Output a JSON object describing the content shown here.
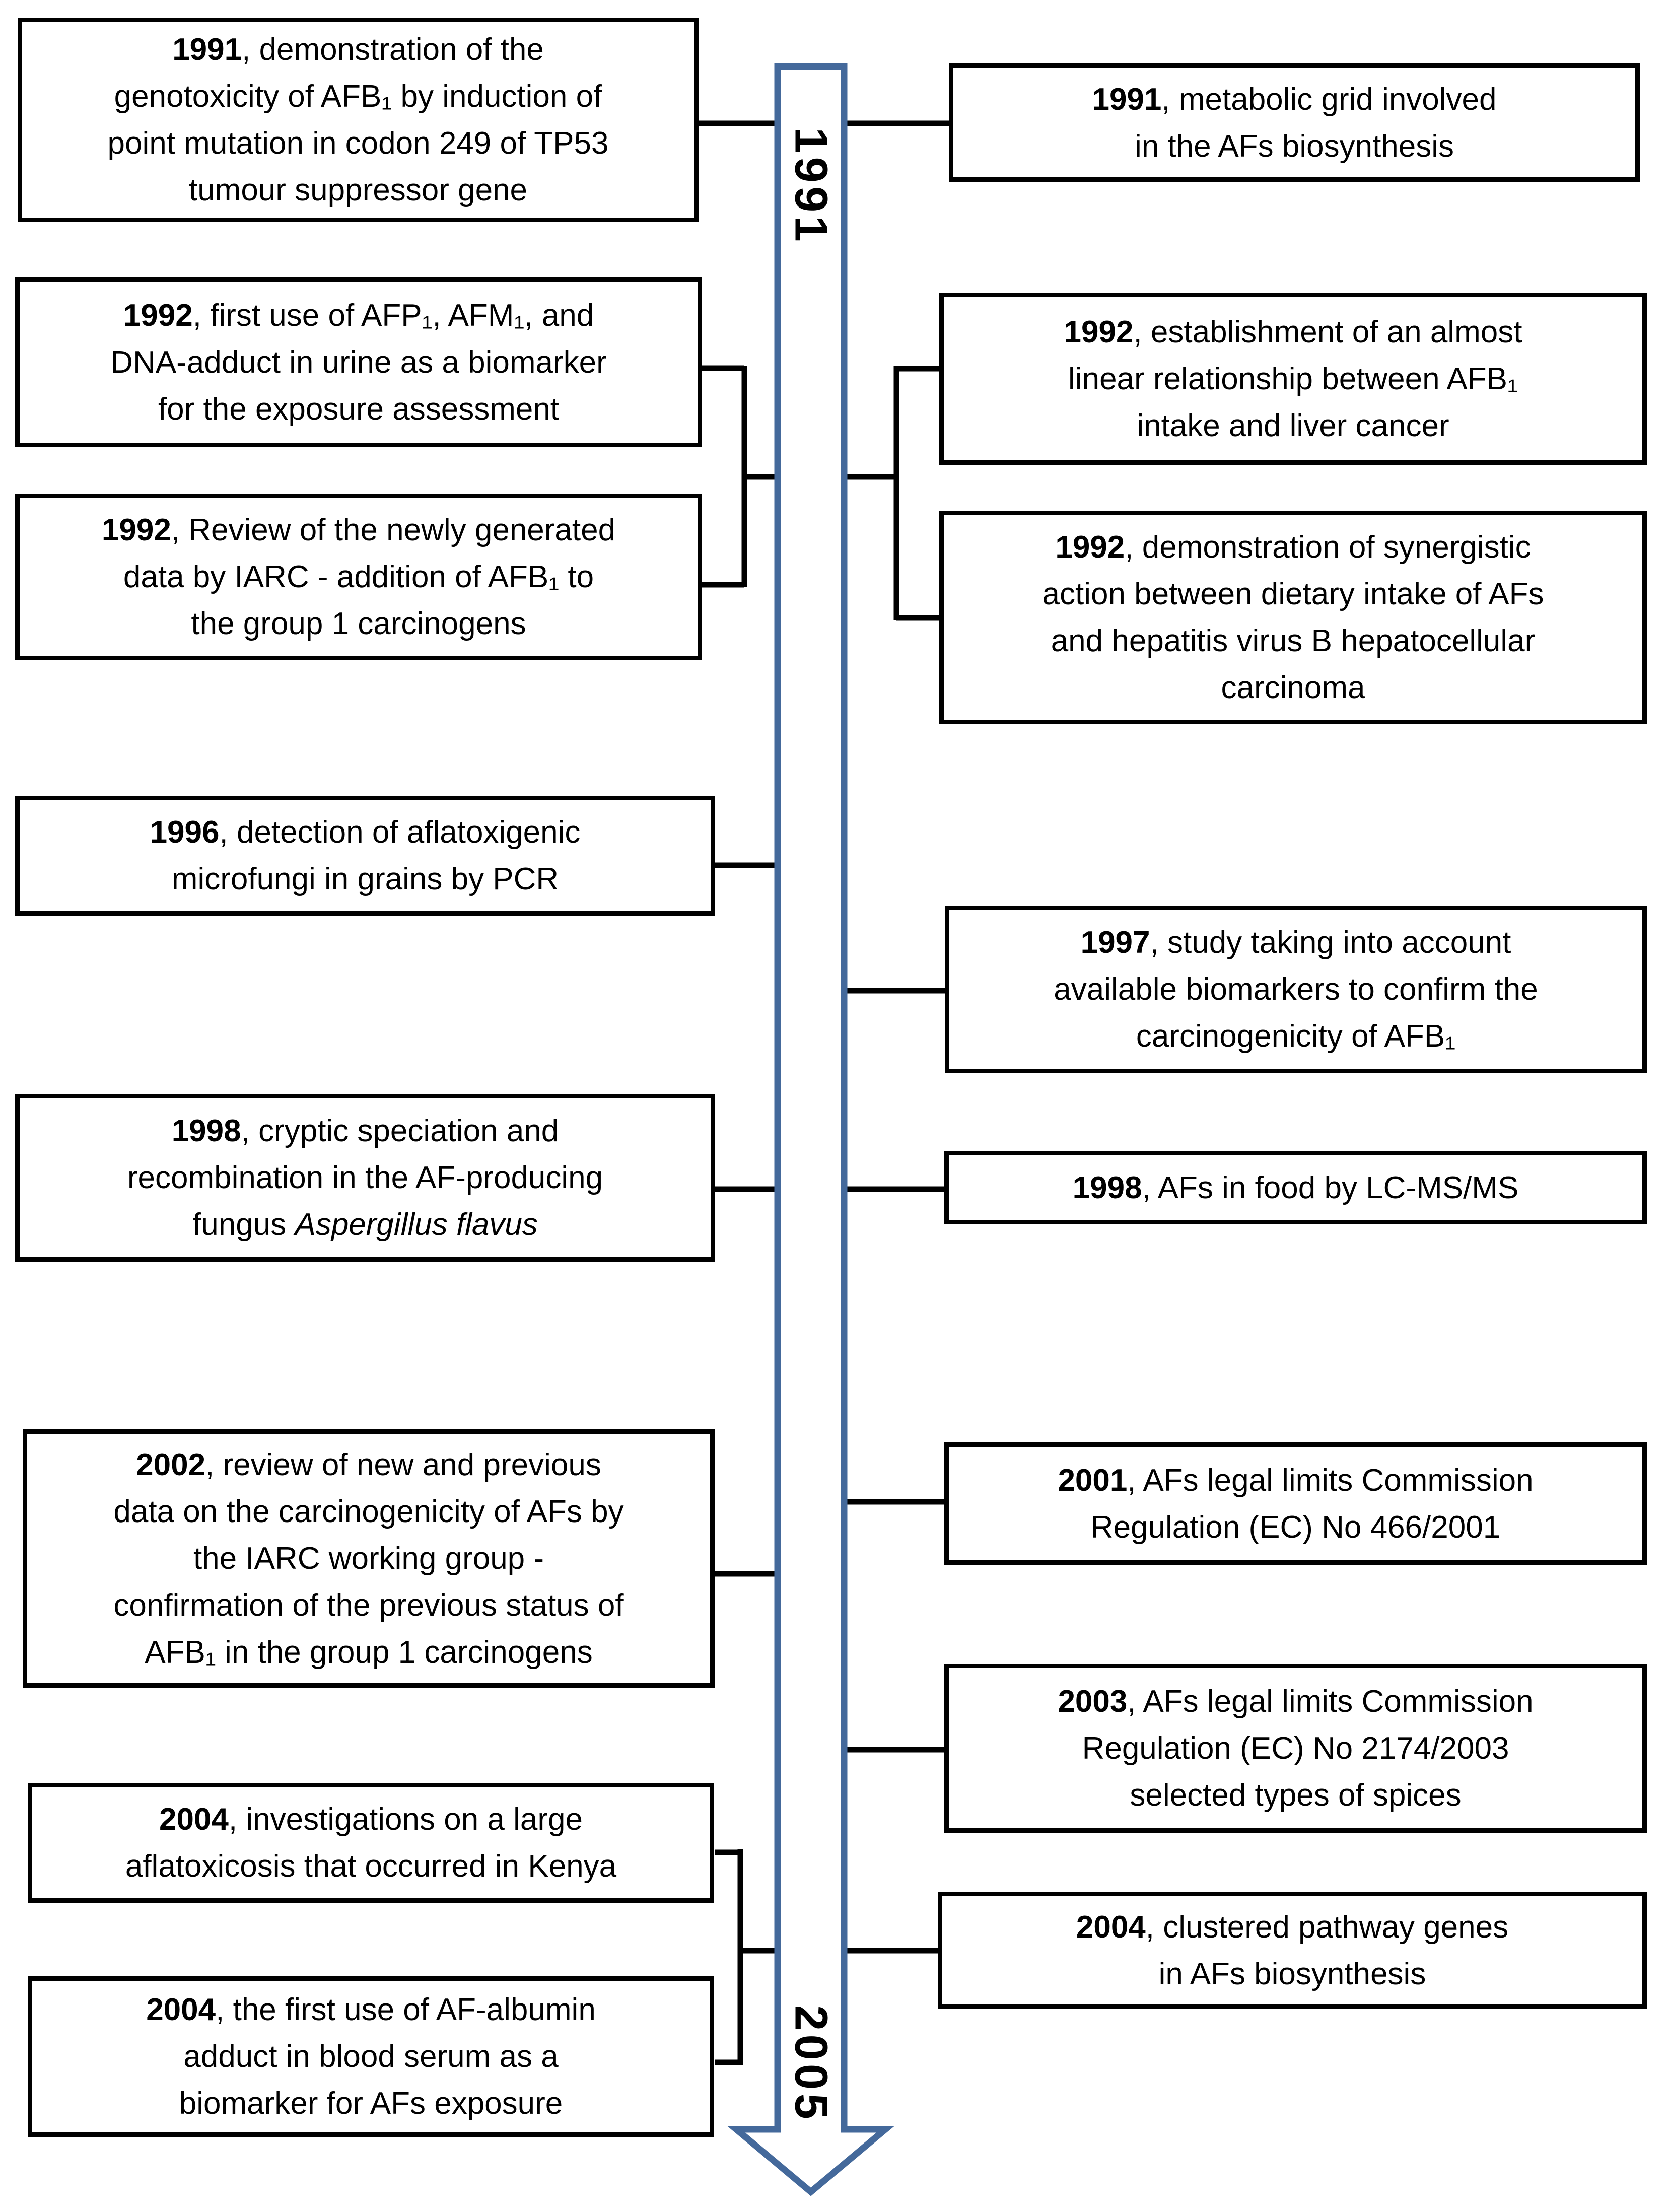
{
  "arrow": {
    "top_label": "1991",
    "bottom_label": "2005",
    "outline_color": "#44699b",
    "fill_color": "#ffffff"
  },
  "colors": {
    "box_border": "#000000",
    "connector_line": "#000000",
    "text": "#000000",
    "background": "#ffffff"
  },
  "left_boxes": [
    {
      "year": "1991",
      "text": ", demonstration of the\ngenotoxicity of AFB₁ by induction of\npoint mutation in codon 249 of TP53\ntumour suppressor gene"
    },
    {
      "year": "1992",
      "text": ", first use of AFP₁, AFM₁, and\nDNA-adduct in urine as a biomarker\nfor the exposure assessment"
    },
    {
      "year": "1992",
      "text": ", Review of the newly generated\ndata by IARC - addition of AFB₁ to\nthe group 1 carcinogens"
    },
    {
      "year": "1996",
      "text": ", detection of aflatoxigenic\nmicrofungi in grains by PCR"
    },
    {
      "year": "1998",
      "text": ", cryptic speciation and\nrecombination in the AF-producing\nfungus ",
      "italic": "Aspergillus flavus"
    },
    {
      "year": "2002",
      "text": ", review of new and previous\ndata on the carcinogenicity of AFs by\nthe IARC working group -\nconfirmation of the previous status of\nAFB₁ in the group 1 carcinogens"
    },
    {
      "year": "2004",
      "text": ", investigations on a large\naflatoxicosis that occurred in Kenya"
    },
    {
      "year": "2004",
      "text": ", the first use of AF-albumin\nadduct in blood serum as a\nbiomarker for AFs exposure"
    }
  ],
  "right_boxes": [
    {
      "year": "1991",
      "text": ", metabolic grid involved\nin the AFs biosynthesis"
    },
    {
      "year": "1992",
      "text": ", establishment of an almost\nlinear relationship between AFB₁\nintake and liver cancer"
    },
    {
      "year": "1992",
      "text": ", demonstration of synergistic\naction between dietary intake of AFs\nand hepatitis virus B hepatocellular\ncarcinoma"
    },
    {
      "year": "1997",
      "text": ", study taking into account\navailable biomarkers to confirm the\ncarcinogenicity of AFB₁"
    },
    {
      "year": "1998",
      "text": ", AFs in food by LC-MS/MS"
    },
    {
      "year": "2001",
      "text": ", AFs legal limits Commission\nRegulation (EC) No 466/2001"
    },
    {
      "year": "2003",
      "text": ", AFs legal limits Commission\nRegulation (EC) No 2174/2003\nselected types of spices"
    },
    {
      "year": "2004",
      "text": ", clustered pathway genes\nin AFs biosynthesis"
    }
  ]
}
